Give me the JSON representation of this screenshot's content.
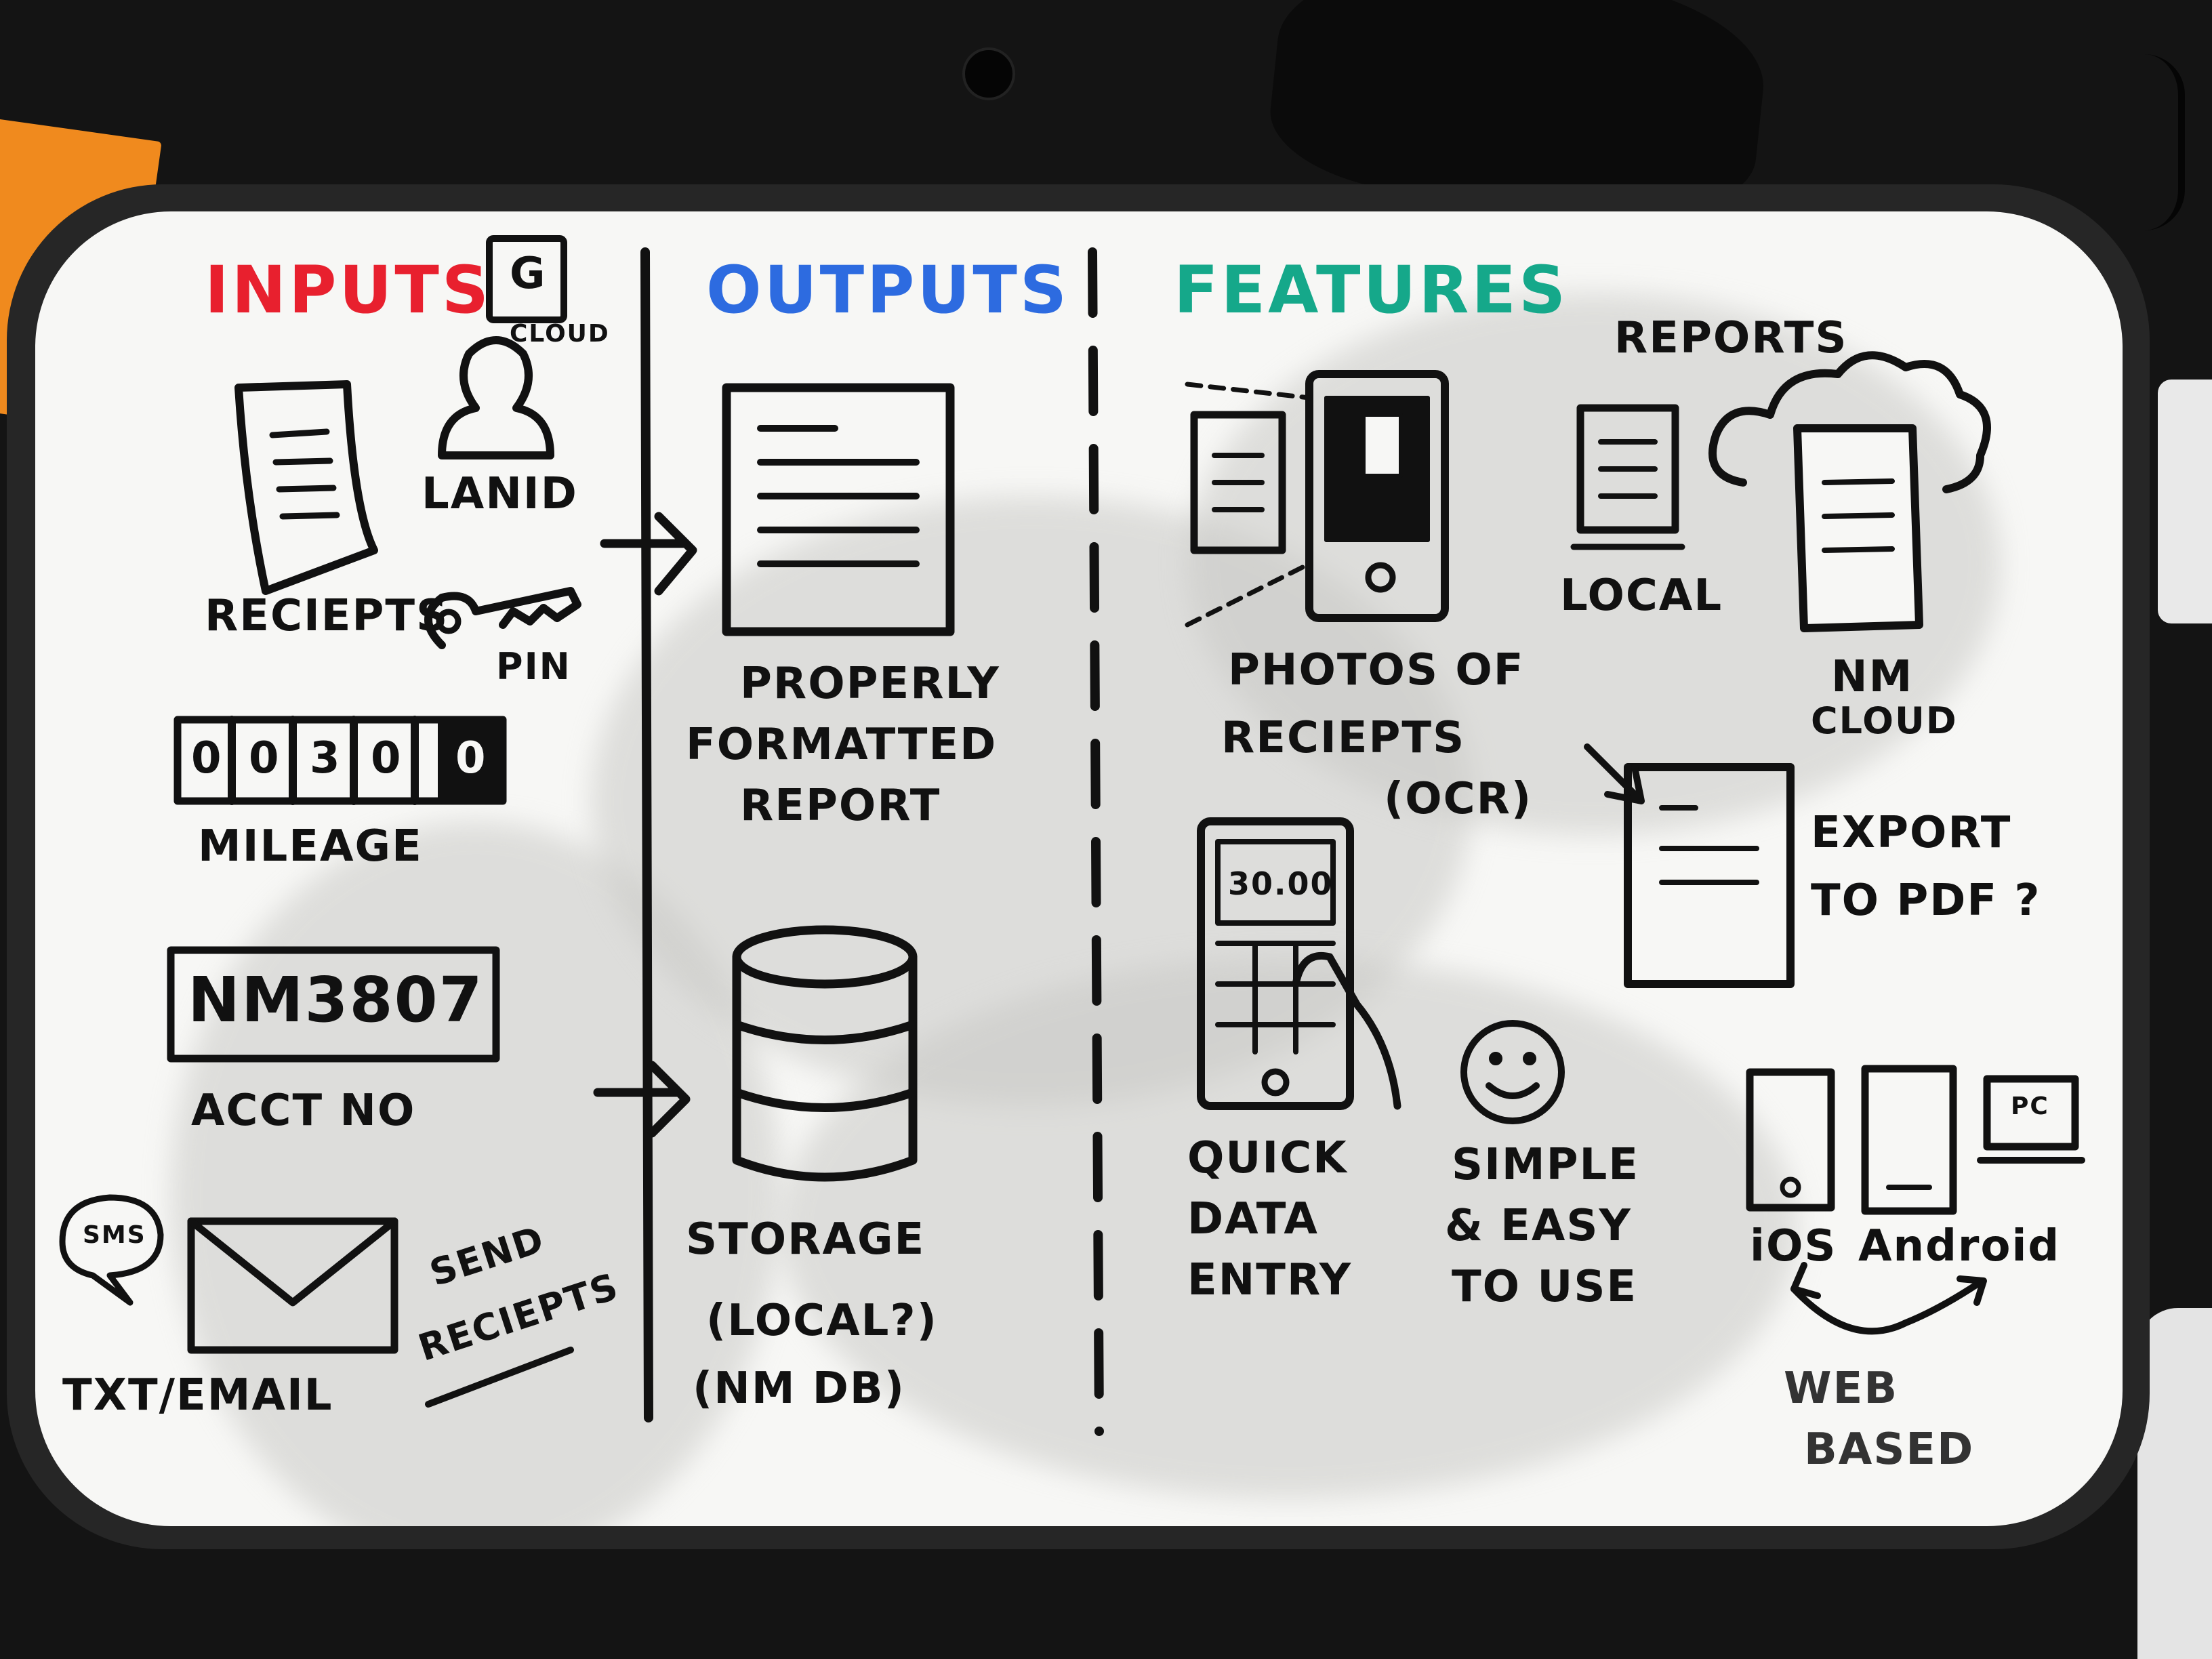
{
  "colors": {
    "inputs": "#e8202e",
    "outputs": "#2d6be0",
    "features": "#15a88a",
    "ink": "#111111"
  },
  "columns": {
    "inputs": {
      "title": "INPUTS",
      "google_badge": {
        "letter": "G",
        "caption": "CLOUD"
      },
      "items": {
        "reciepts": "RECIEPTS",
        "lanid": "LANID",
        "pin": "PIN",
        "mileage_digits": [
          "0",
          "0",
          "3",
          "0",
          "0"
        ],
        "mileage": "MILEAGE",
        "acct_value": "NM3807",
        "acct": "ACCT NO",
        "sms": "SMS",
        "txt_email": "TXT/EMAIL",
        "send_line1": "SEND",
        "send_line2": "RECIEPTS"
      }
    },
    "outputs": {
      "title": "OUTPUTS",
      "items": {
        "report_line1": "PROPERLY",
        "report_line2": "FORMATTED",
        "report_line3": "REPORT",
        "storage": "STORAGE",
        "storage_local": "(LOCAL?)",
        "storage_db": "(NM DB)"
      }
    },
    "features": {
      "title": "FEATURES",
      "items": {
        "photos_line1": "PHOTOS OF",
        "photos_line2": "RECIEPTS",
        "photos_line3": "(OCR)",
        "amount": "30.00",
        "quick_line1": "QUICK",
        "quick_line2": "DATA",
        "quick_line3": "ENTRY",
        "simple_line1": "SIMPLE",
        "simple_line2": "& EASY",
        "simple_line3": "TO USE",
        "reports": "REPORTS",
        "local": "LOCAL",
        "nm_line1": "NM",
        "nm_line2": "CLOUD",
        "export_line1": "EXPORT",
        "export_line2": "TO PDF ?",
        "pc": "PC",
        "ios": "iOS",
        "android": "Android",
        "web_line1": "WEB",
        "web_line2": "BASED"
      }
    }
  }
}
